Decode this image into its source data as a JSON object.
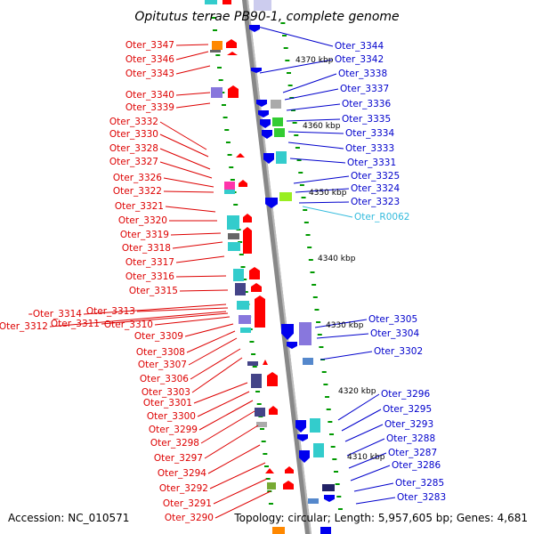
{
  "title": "Opitutus terrae PB90-1, complete genome",
  "accession": "Accession: NC_010571",
  "summary": "Topology: circular; Length: 5,957,605 bp; Genes: 4,681",
  "colors": {
    "forward_label": "#dd0000",
    "reverse_label": "#0000cc",
    "rna_label": "#33bbdd",
    "backbone": "#888888",
    "tick": "#009900"
  },
  "scale_labels": [
    "4370 kbp",
    "4360 kbp",
    "4350 kbp",
    "4340 kbp",
    "4330 kbp",
    "4320 kbp",
    "4310 kbp"
  ],
  "forward_genes": [
    "Oter_3347",
    "Oter_3346",
    "Oter_3343",
    "Oter_3340",
    "Oter_3339",
    "Oter_3332",
    "Oter_3330",
    "Oter_3328",
    "Oter_3327",
    "Oter_3326",
    "Oter_3322",
    "Oter_3321",
    "Oter_3320",
    "Oter_3319",
    "Oter_3318",
    "Oter_3317",
    "Oter_3316",
    "Oter_3315",
    "Oter_3314",
    "Oter_3313",
    "Oter_3312",
    "Oter_3311",
    "Oter_3310",
    "Oter_3309",
    "Oter_3308",
    "Oter_3307",
    "Oter_3306",
    "Oter_3303",
    "Oter_3301",
    "Oter_3300",
    "Oter_3299",
    "Oter_3298",
    "Oter_3297",
    "Oter_3294",
    "Oter_3292",
    "Oter_3291",
    "Oter_3290"
  ],
  "reverse_genes": [
    "Oter_3344",
    "Oter_3342",
    "Oter_3338",
    "Oter_3337",
    "Oter_3336",
    "Oter_3335",
    "Oter_3334",
    "Oter_3333",
    "Oter_3331",
    "Oter_3325",
    "Oter_3324",
    "Oter_3323",
    "Oter_R0062",
    "Oter_3305",
    "Oter_3304",
    "Oter_3302",
    "Oter_3296",
    "Oter_3295",
    "Oter_3293",
    "Oter_3288",
    "Oter_3287",
    "Oter_3286",
    "Oter_3285",
    "Oter_3283"
  ],
  "rna_genes": [
    "Oter_R0062"
  ]
}
